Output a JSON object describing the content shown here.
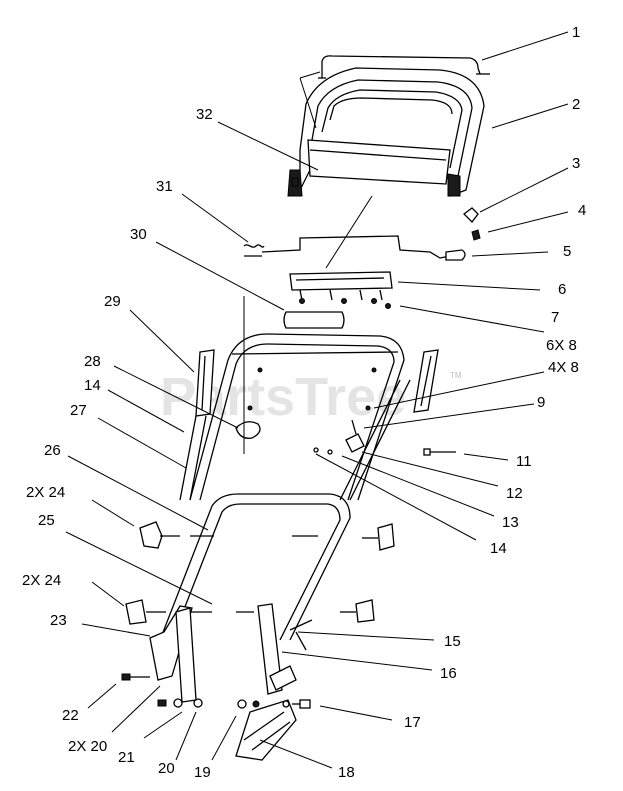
{
  "watermark": {
    "text": "PartsTree",
    "tm": "TM"
  },
  "callouts": [
    {
      "id": "c1",
      "text": "1"
    },
    {
      "id": "c2",
      "text": "2"
    },
    {
      "id": "c3",
      "text": "3"
    },
    {
      "id": "c4",
      "text": "4"
    },
    {
      "id": "c5",
      "text": "5"
    },
    {
      "id": "c6",
      "text": "6"
    },
    {
      "id": "c7",
      "text": "7"
    },
    {
      "id": "c6x8",
      "text": "6X 8"
    },
    {
      "id": "c4x8",
      "text": "4X 8"
    },
    {
      "id": "c9",
      "text": "9"
    },
    {
      "id": "c11",
      "text": "11"
    },
    {
      "id": "c12",
      "text": "12"
    },
    {
      "id": "c13",
      "text": "13"
    },
    {
      "id": "c14b",
      "text": "14"
    },
    {
      "id": "c15",
      "text": "15"
    },
    {
      "id": "c16",
      "text": "16"
    },
    {
      "id": "c17",
      "text": "17"
    },
    {
      "id": "c18",
      "text": "18"
    },
    {
      "id": "c19",
      "text": "19"
    },
    {
      "id": "c20",
      "text": "20"
    },
    {
      "id": "c21",
      "text": "21"
    },
    {
      "id": "c2x20",
      "text": "2X 20"
    },
    {
      "id": "c22",
      "text": "22"
    },
    {
      "id": "c23",
      "text": "23"
    },
    {
      "id": "c2x24b",
      "text": "2X 24"
    },
    {
      "id": "c25",
      "text": "25"
    },
    {
      "id": "c2x24a",
      "text": "2X 24"
    },
    {
      "id": "c26",
      "text": "26"
    },
    {
      "id": "c27",
      "text": "27"
    },
    {
      "id": "c14a",
      "text": "14"
    },
    {
      "id": "c28",
      "text": "28"
    },
    {
      "id": "c29",
      "text": "29"
    },
    {
      "id": "c30",
      "text": "30"
    },
    {
      "id": "c31",
      "text": "31"
    },
    {
      "id": "c32",
      "text": "32"
    }
  ]
}
